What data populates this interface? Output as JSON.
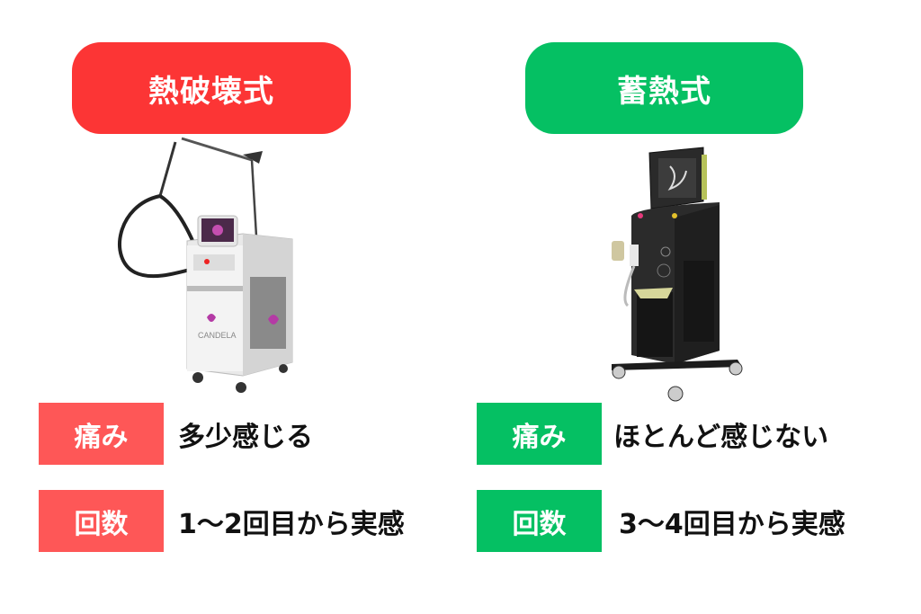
{
  "colors": {
    "red_header": "#fc3535",
    "red_label": "#fe5757",
    "green": "#05c063",
    "text": "#111111"
  },
  "left": {
    "title": "熱破壊式",
    "device_image": "white laser hair removal machine with articulated arm (CANDELA)",
    "device_brand": "CANDELA",
    "rows": [
      {
        "label": "痛み",
        "value": "多少感じる"
      },
      {
        "label": "回数",
        "value": "1〜2回目から実感"
      }
    ]
  },
  "right": {
    "title": "蓄熱式",
    "device_image": "black diode laser machine with tilted touchscreen on caster stand",
    "rows": [
      {
        "label": "痛み",
        "value": "ほとんど感じない"
      },
      {
        "label": "回数",
        "value": "3〜4回目から実感"
      }
    ]
  }
}
